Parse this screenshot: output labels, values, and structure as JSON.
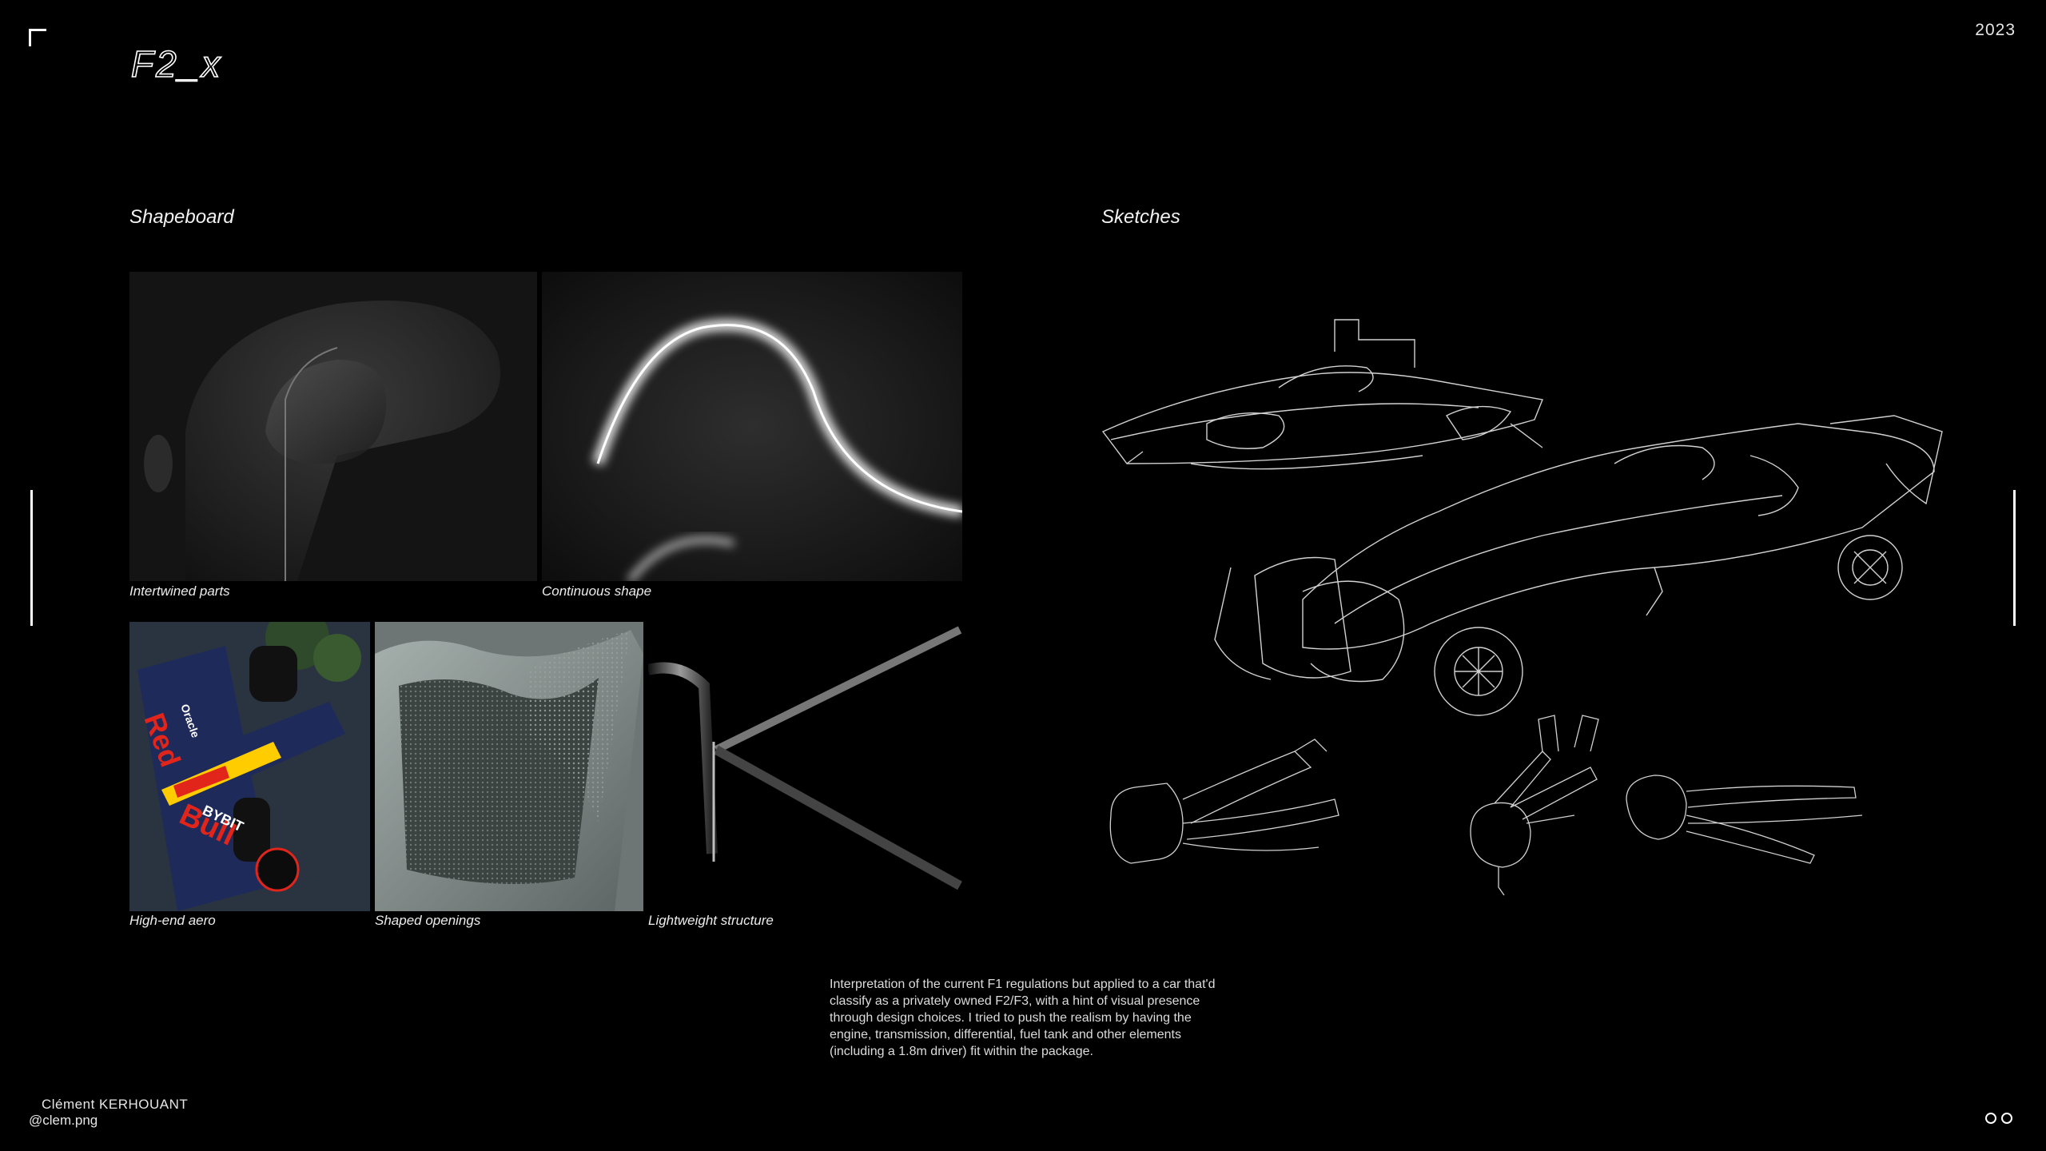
{
  "header": {
    "logo_text": "F2_x",
    "year": "2023"
  },
  "shapeboard": {
    "title": "Shapeboard",
    "items": [
      {
        "caption": "Intertwined parts"
      },
      {
        "caption": "Continuous shape"
      },
      {
        "caption": "High-end aero"
      },
      {
        "caption": "Shaped openings"
      },
      {
        "caption": "Lightweight structure"
      }
    ]
  },
  "aero_tile": {
    "words": [
      "Red",
      "Bull",
      "BYBIT",
      "Oracle"
    ]
  },
  "sketches": {
    "title": "Sketches"
  },
  "description": "Interpretation of the current F1 regulations but applied to a car that'd classify as a privately owned F2/F3, with a hint of visual presence through design choices. I tried to push the realism by having the engine, transmission, differential, fuel tank and other elements (including a 1.8m driver) fit within the package.",
  "footer": {
    "author_name": "Clément KERHOUANT",
    "author_handle": "@clem.png"
  },
  "colors": {
    "background": "#000000",
    "text": "#ffffff",
    "redbull_red": "#e1251b",
    "redbull_navy": "#1e2a5a",
    "redbull_yellow": "#ffcc00"
  }
}
